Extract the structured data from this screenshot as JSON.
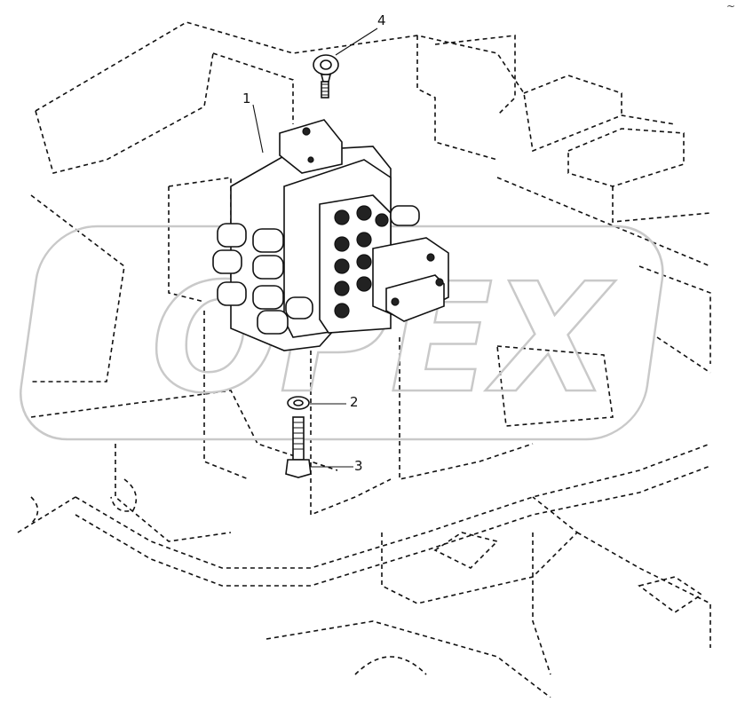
{
  "diagram": {
    "callouts": [
      {
        "id": "1",
        "label": "1"
      },
      {
        "id": "2",
        "label": "2"
      },
      {
        "id": "3",
        "label": "3"
      },
      {
        "id": "4",
        "label": "4"
      }
    ],
    "watermark_text": "OPEX",
    "corner_mark": "~"
  },
  "colors": {
    "line": "#111111",
    "background": "#ffffff",
    "watermark": "#c9c9c9"
  }
}
